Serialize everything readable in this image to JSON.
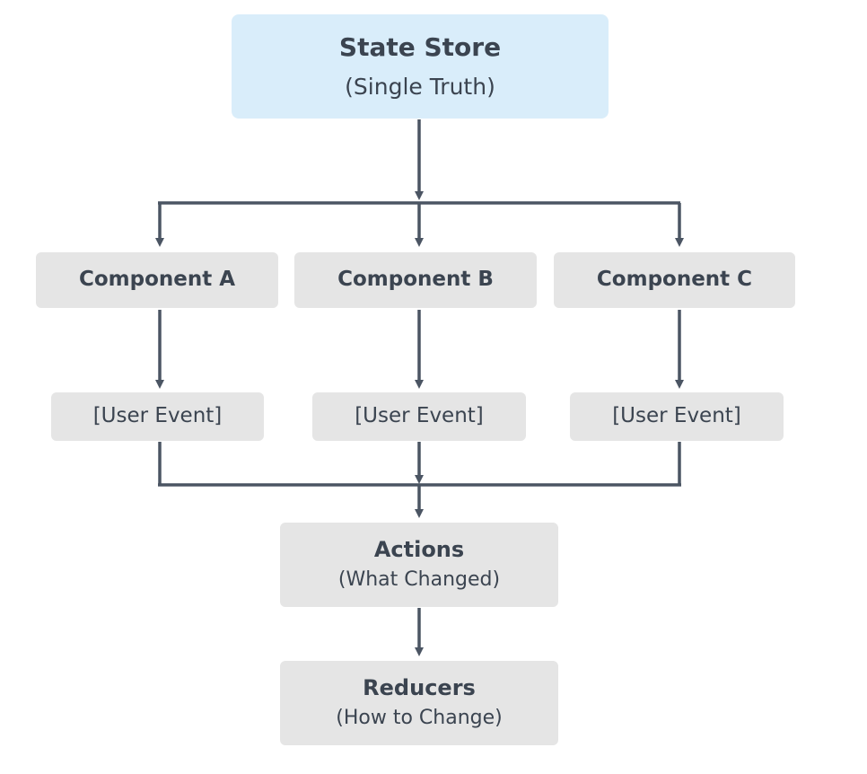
{
  "diagram": {
    "store": {
      "title": "State Store",
      "subtitle": "(Single Truth)"
    },
    "components": [
      {
        "label": "Component A"
      },
      {
        "label": "Component B"
      },
      {
        "label": "Component C"
      }
    ],
    "events": [
      {
        "label": "[User Event]"
      },
      {
        "label": "[User Event]"
      },
      {
        "label": "[User Event]"
      }
    ],
    "actions": {
      "title": "Actions",
      "subtitle": "(What Changed)"
    },
    "reducers": {
      "title": "Reducers",
      "subtitle": "(How to Change)"
    }
  },
  "colors": {
    "store_fill": "#d9edfa",
    "node_fill": "#e5e5e5",
    "text": "#3b4450",
    "connector": "#4b5563"
  }
}
